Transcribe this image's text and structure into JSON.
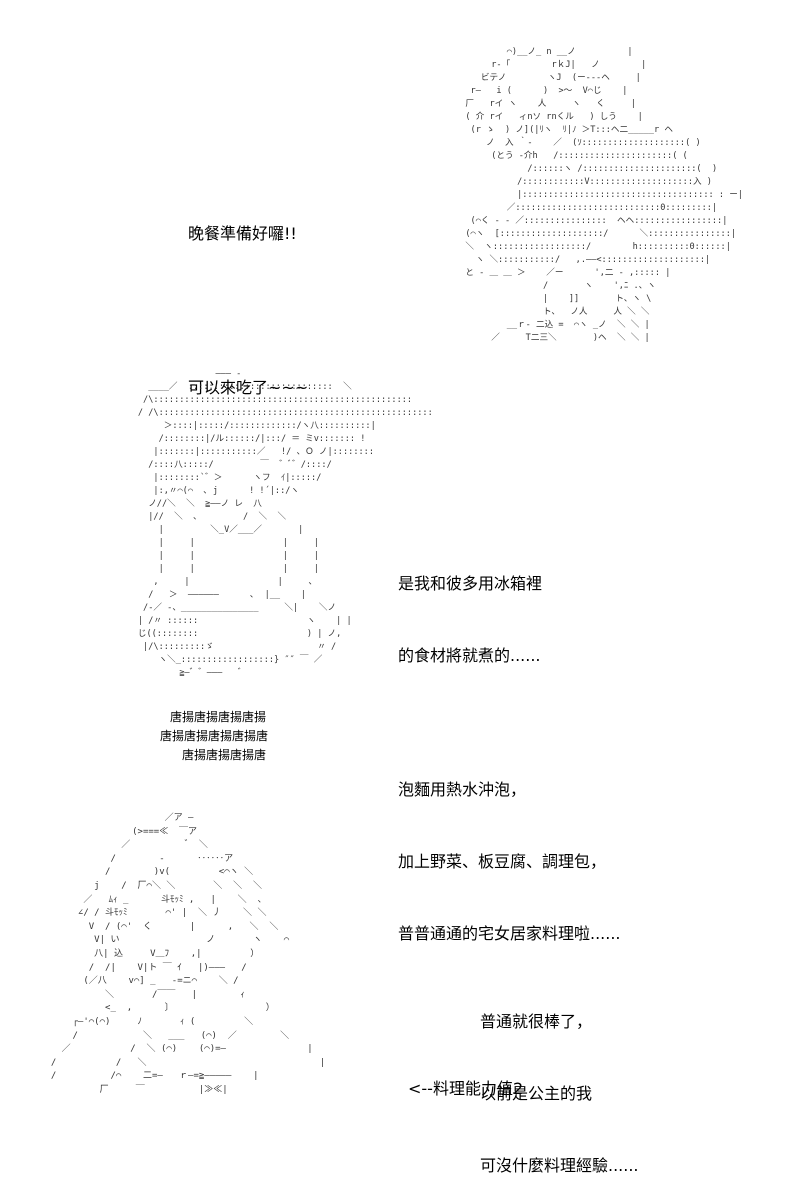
{
  "dinner_text": {
    "line1": "晚餐準備好囉!!",
    "line2": "可以來吃了~~~"
  },
  "fridge_text": {
    "line1": "是我和彼多用冰箱裡",
    "line2": "的食材將就煮的......",
    "line3": "泡麵用熱水沖泡，",
    "line4": "加上野菜、板豆腐、調理包，",
    "line5": "普普通通的宅女居家料理啦......"
  },
  "princess_text": {
    "line1": "普通就很棒了，",
    "line2": "以前是公主的我",
    "line3": "可沒什麼料理經驗......"
  },
  "arrow_text": "<--料理能力值2",
  "bag_labels": {
    "row1": "唐揚唐揚唐揚唐揚",
    "row2": "唐揚唐揚唐揚唐揚唐",
    "row3": "唐揚唐揚唐揚唐"
  },
  "art": {
    "girl": "          ⌒)__ノ_ n __ノ          |\n       r‐「        rｋJ|   ノ        |\n     ビテノ        ヽJ  (ー‐‐‐ヘ     |\n   r―   i (      )  >～  V⌒じ    |\n  厂   rイ ヽ    人     ヽ   く     |\n  ( 介 rイ   ィnソ rnくル   ) しう    |\n   (r ゝ  ) ノ](|ﾘヽ  ﾘ|ﾉ ＞T:::ヘ二_____r ヘ\n      ノ  入 ｀-    ／  (ｿ::::::::::::::::::::( )\n       (とう -介h   /::::::::::::::::::::::( (\n              /::::::ヽ /::::::::::::::::::::::(  )\n            /::::::::::::V::::::::::::::::::::入 )\n            |::::::::::::::::::::::::::::::::::::: : ー|\n          ／::::::::::::::::::::::::::::0:::::::::|\n   (⌒く ‐ ‐ ／::::::::::::::::  ヘヘ:::::::::::::::::|\n  (⌒ヽ  [::::::::::::::::::::/      ＼::::::::::::::::|\n  ＼  ヽ::::::::::::::::::/        h::::::::::0::::::|\n    ヽ ＼:::::::::::/   ,.――<::::::::::::::::::::|\n  と ‐ ＿ ＿ ＞    ／ー      ',二 ‐ ,::::: |\n                 /       ヽ    ',ﾆ .、ヽ\n                 |    ]]       ト、ヽ \\\n                 ト、  ノ人     人 ＼ ＼\n          __ｒ‐ 二込 =  ⌒ヽ _ノ  ＼ ＼ |\n       ／     T二三＼       )ヘ  ＼ ＼ |",
    "cook": "                    ――― ‐\n       ____／  ::::::::::::::::::::::::::::  ＼\n      /\\::::::::::::::::::::::::::::::::::::::::::::::::::\n     / /\\:::::::::::::::::::::::::::::::::::::::::::::::::::::\n          ＞::::|:::::/:::::::::::::/ヽ八::::::::::|\n         /::::::::|/ル::::::/|:::/ ＝ ミv::::::: !\n        |:::::::|:::::::::::／   !/ 、Ｏ ノ|::::::::\n       /::::八:::::/         ￣  ゛ﾞ゛/::::/\n        |::::::::`゛＞      ヽフ  ｲ|:::::/\n        |:,〃⌒(⌒  ､ j      ! !´|::/ヽ\n       ノ//＼  ＼  ≧――ノ レ  八\n       |//  ＼  、        /  ＼  ＼\n         |         ＼_V／___／       |\n         |     |                 |     |\n         |     |                 |     |\n         |     |                 |     |\n        ,     |                 |     ､\n       /   ＞  ――――――      ､  |__    |\n      /‐／ ‐、_______________     ＼|    ＼ノ\n     | /〃 ::::::                     ヽ    | |\n     じ((::::::::                     ) | ノ,\n      |/\\:::::::::ゞ                    〃 /\n         ヽ＼_::::::::::::::::::} ″″ ￣ ／\n             ≧―゛゛―――   ゛",
    "princess": "                       ／ア ―\n                 (>===≪  ￣ア\n               ／          ゛ ＼\n             /        ‐      ‥‥‥ア\n            /        )v(         <⌒ヽ ＼\n          j    /  厂⌒＼ ＼       ＼  ＼  ＼\n        ／   ﾑｨ _      斗ﾓｯﾐ ,   |    ＼  、\n       ∠/ / 斗ﾓｯﾐ       ⌒' |  ＼ 丿    ＼ ＼\n         V  / (⌒'  く       |      ,   ＼  ＼\n          V| い                ノ       ヽ    ⌒\n          八| 込     V＿ﾌ    ,|         ）\n         /  /|    V|ト ￣ ｲ   |)―――   /\n        (／八    v⌒] _   -=ニ⌒    ＼ /\n            ＼       /￣￣   |        ｨ\n            <_  ,      〕                 ）\n      ┌―'⌒(⌒)     ﾉ       ｨ (         ＼\n      /            ＼   ___   (⌒)  ／        ＼\n    ／           /  ＼ (⌒)    (⌒)=―               |\n  /           /   ＼                                |\n  /          /⌒    二=―   ｒ―=≧―――――    |\n           厂     ￣          |≫≪|"
  }
}
